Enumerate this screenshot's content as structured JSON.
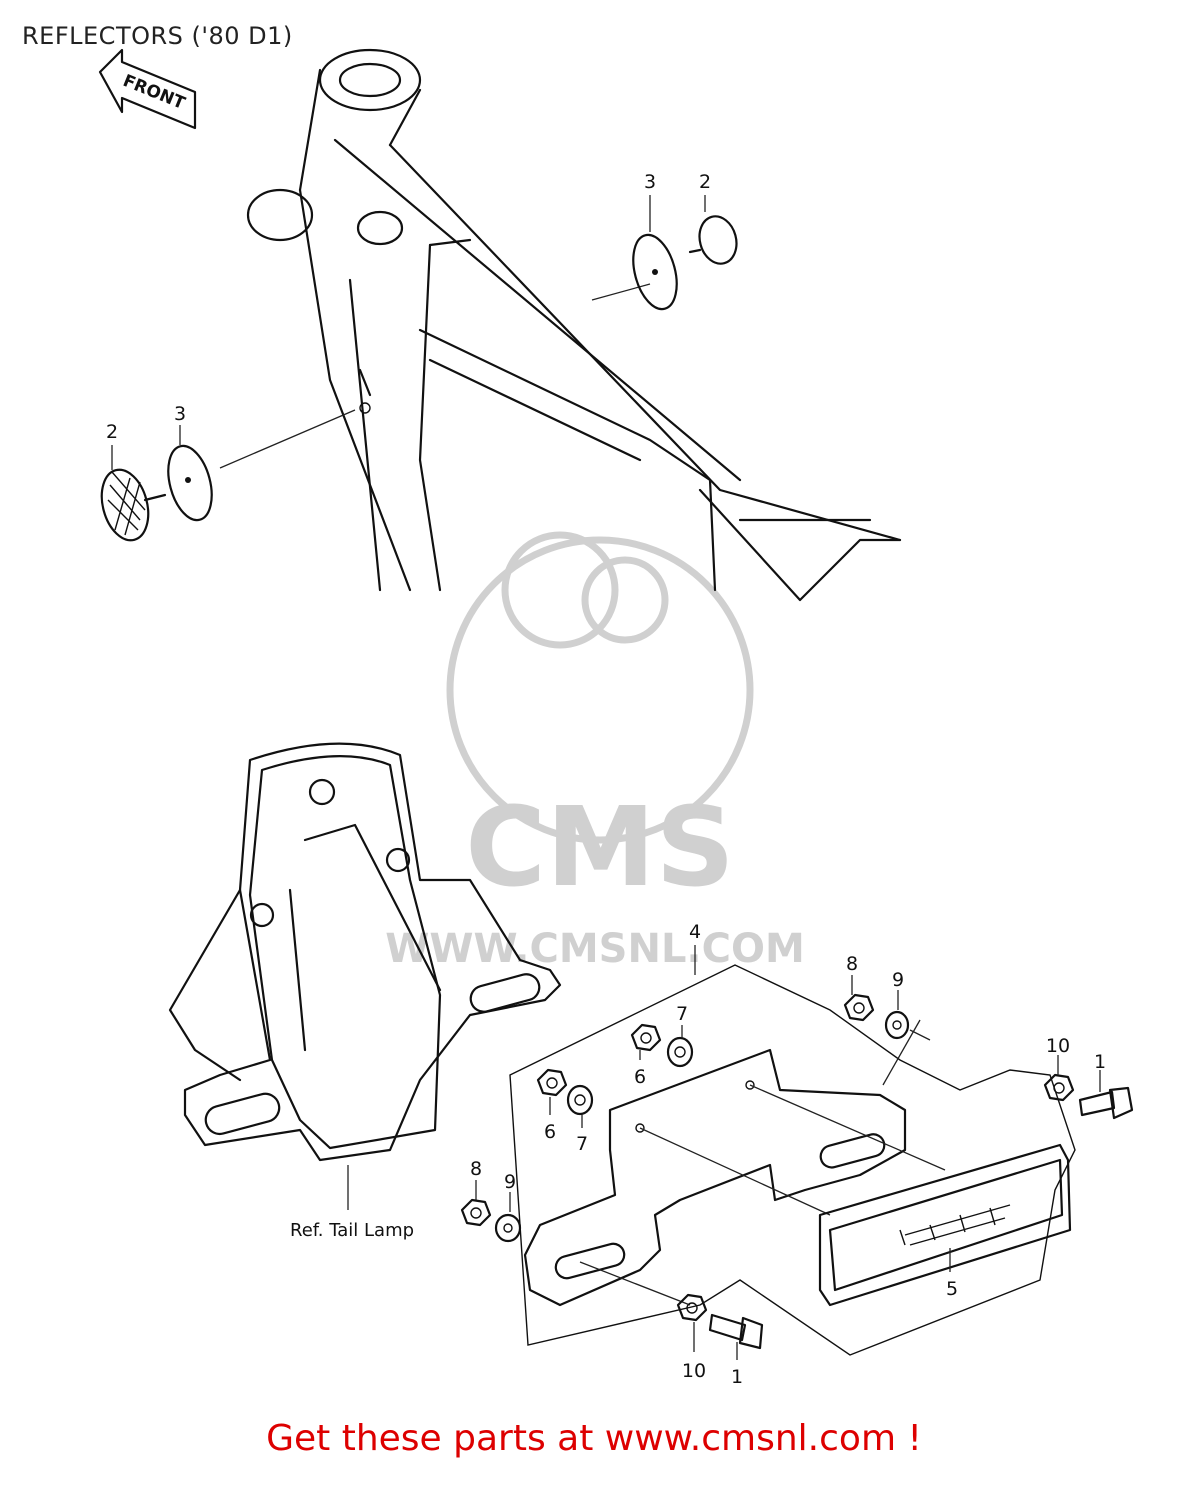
{
  "title": "REFLECTORS ('80 D1)",
  "front_label": "FRONT",
  "ref_label": "Ref. Tail Lamp",
  "watermark": {
    "brand": "CMS",
    "url": "WWW.CMSNL.COM"
  },
  "callouts": [
    {
      "id": "c-3-top",
      "text": "3"
    },
    {
      "id": "c-2-top",
      "text": "2"
    },
    {
      "id": "c-2-left",
      "text": "2"
    },
    {
      "id": "c-3-left",
      "text": "3"
    },
    {
      "id": "c-4",
      "text": "4"
    },
    {
      "id": "c-8-right",
      "text": "8"
    },
    {
      "id": "c-9-right",
      "text": "9"
    },
    {
      "id": "c-7-a",
      "text": "7"
    },
    {
      "id": "c-6-a",
      "text": "6"
    },
    {
      "id": "c-6-b",
      "text": "6"
    },
    {
      "id": "c-7-b",
      "text": "7"
    },
    {
      "id": "c-10-right",
      "text": "10"
    },
    {
      "id": "c-1-right",
      "text": "1"
    },
    {
      "id": "c-8-left",
      "text": "8"
    },
    {
      "id": "c-9-left",
      "text": "9"
    },
    {
      "id": "c-5",
      "text": "5"
    },
    {
      "id": "c-10-bottom",
      "text": "10"
    },
    {
      "id": "c-1-bottom",
      "text": "1"
    }
  ],
  "footer": "Get these parts at www.cmsnl.com !"
}
